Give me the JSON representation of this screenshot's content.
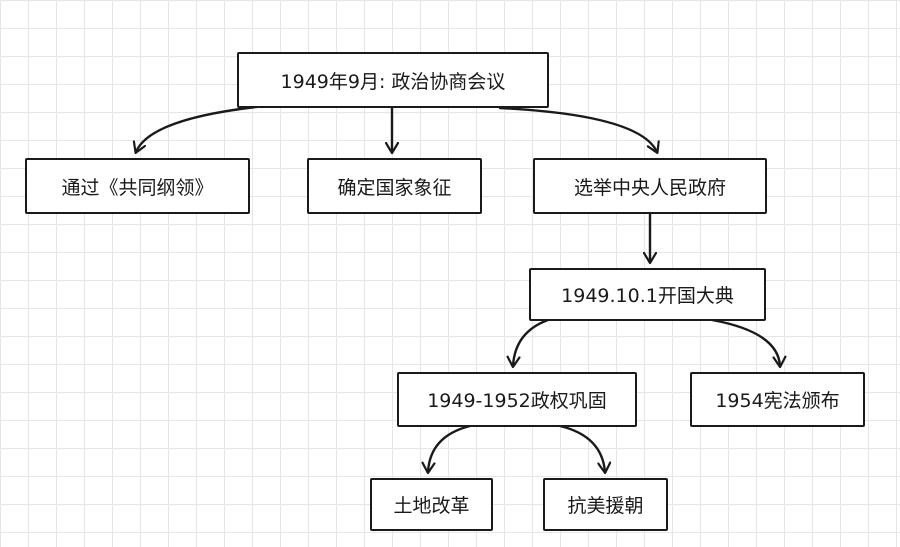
{
  "nodes": {
    "root": "1949年9月: 政治协商会议",
    "common_program": "通过《共同纲领》",
    "national_symbols": "确定国家象征",
    "elect_government": "选举中央人民政府",
    "founding_ceremony": "1949.10.1开国大典",
    "consolidation": "1949-1952政权巩固",
    "constitution": "1954宪法颁布",
    "land_reform": "土地改革",
    "korean_war": "抗美援朝"
  }
}
